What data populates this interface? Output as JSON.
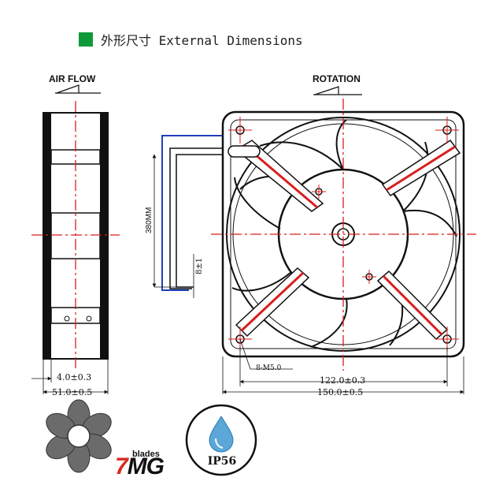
{
  "header": {
    "title": "外形尺寸 External Dimensions",
    "accent_color": "#0f9a3a"
  },
  "labels": {
    "air_flow": "AIR FLOW",
    "rotation": "ROTATION",
    "cable_length": "380MM",
    "cable_tolerance": "8±1",
    "hole_spec": "8-M5.0"
  },
  "dimensions": {
    "flange_thickness": "4.0±0.3",
    "depth": "51.0±0.5",
    "hole_pitch": "122.0±0.3",
    "overall_size": "150.0±0.5"
  },
  "badges": {
    "ip_rating": "IP56",
    "brand_seven": "7",
    "brand_mg": "MG",
    "blades_word": "blades",
    "brand_red": "#d92b1f",
    "water_drop_color": "#5aa7d8"
  },
  "icons": [
    "green-square-icon",
    "fan-blades-icon",
    "water-drop-icon"
  ]
}
